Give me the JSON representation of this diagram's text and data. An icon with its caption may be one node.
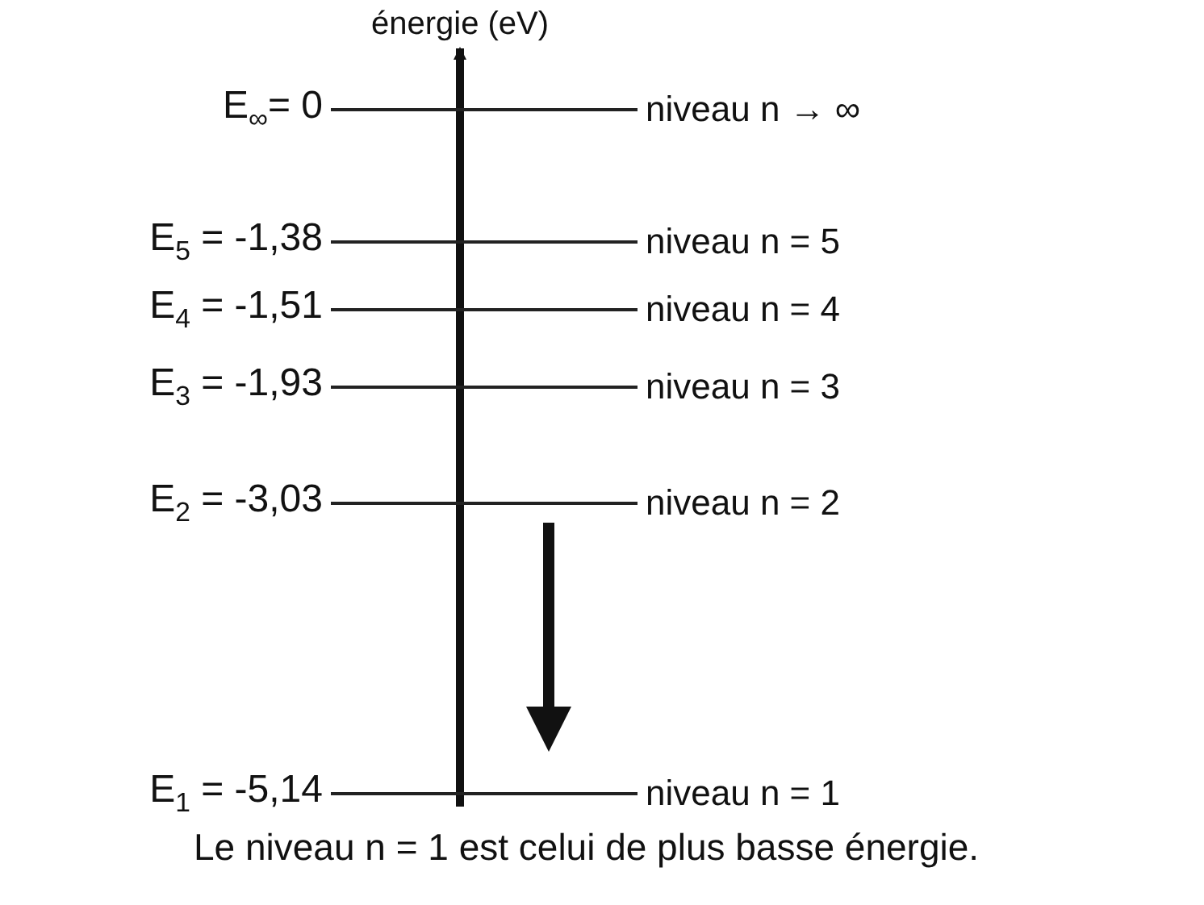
{
  "diagram": {
    "caption": "Le niveau n = 1 est celui de plus basse énergie.",
    "nodes": [
      {
        "text": [
          "niveau n → ∞"
        ],
        "beside": [
          "E$_{∞}$= 0"
        ]
      },
      {
        "text": [
          "niveau n = 5"
        ],
        "beside": [
          "E$_{5}$ = -1,38"
        ]
      },
      {
        "text": [
          "niveau n = 4"
        ],
        "beside": [
          "E$_{4}$ = -1,51"
        ]
      },
      {
        "text": [
          "niveau n = 3"
        ],
        "beside": [
          "E$_{3}$ = -1,93"
        ]
      },
      {
        "text": [
          "niveau n = 2"
        ],
        "beside": [
          "E$_{2}$ = -3,03"
        ]
      },
      {
        "text": [
          "niveau n = 1"
        ],
        "beside": [
          "E$_{1}$ = -5,14"
        ]
      }
    ],
    "edges": [
      {
        "from": 4,
        "to": 5,
        "arrow": "to"
      }
    ],
    "labels": [
      "énergie (eV)"
    ]
  }
}
